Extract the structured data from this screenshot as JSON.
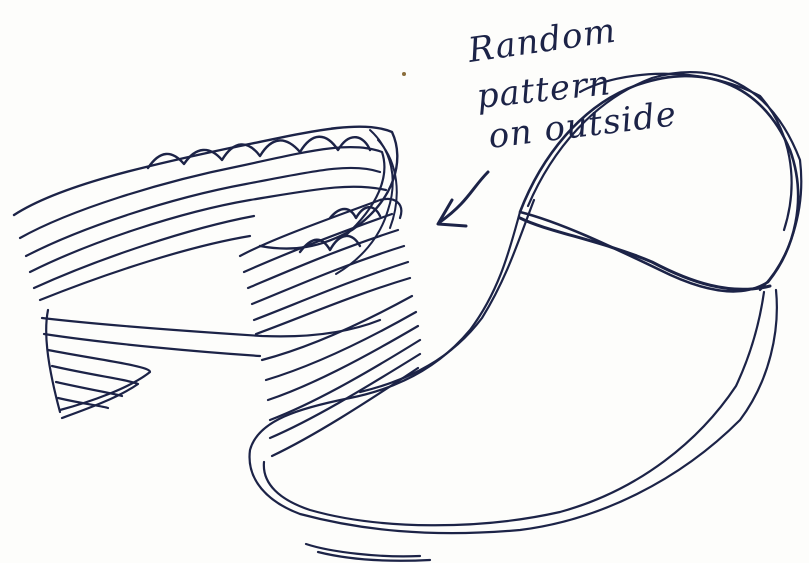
{
  "annotation": {
    "lines": [
      "Random",
      "pattern",
      "on outside"
    ]
  },
  "colors": {
    "ink": "#1c2347",
    "paper": "#fdfdfb"
  }
}
